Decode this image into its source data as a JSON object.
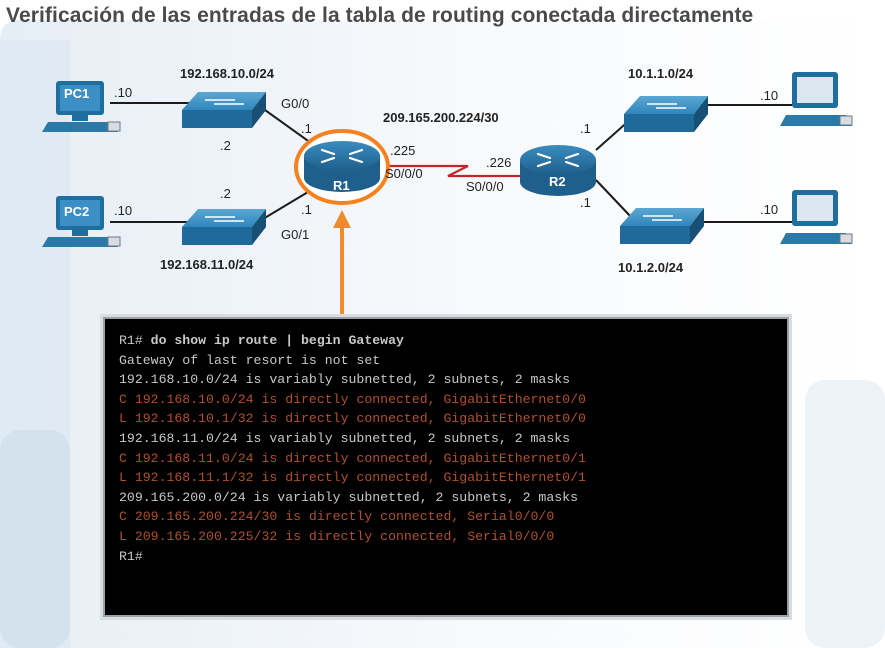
{
  "title": "Verificación de las entradas de la tabla de routing conectada directamente",
  "topology": {
    "pcs": [
      {
        "name": "PC1",
        "ip": ".10"
      },
      {
        "name": "PC2",
        "ip": ".10"
      }
    ],
    "right_pcs": [
      ".10",
      ".10"
    ],
    "networks": {
      "lan1": "192.168.10.0/24",
      "lan2": "192.168.11.0/24",
      "wan": "209.165.200.224/30",
      "rlan1": "10.1.1.0/24",
      "rlan2": "10.1.2.0/24"
    },
    "switch_ips": {
      "sw1": ".2",
      "sw2": ".2"
    },
    "r1": {
      "name": "R1",
      "g00": "G0/0",
      "g00_ip": ".1",
      "g01": "G0/1",
      "g01_ip": ".1",
      "s000": "S0/0/0",
      "s000_ip": ".225"
    },
    "r2": {
      "name": "R2",
      "s000": "S0/0/0",
      "s000_ip": ".226",
      "top_ip": ".1",
      "bottom_ip": ".1"
    }
  },
  "terminal": {
    "lines": [
      {
        "prefix": "R1# ",
        "cmd": "do show ip route | begin Gateway",
        "style": "command"
      },
      {
        "text": "Gateway of last resort is not set",
        "style": "normal"
      },
      {
        "text": "192.168.10.0/24 is variably subnetted, 2 subnets, 2 masks",
        "style": "normal"
      },
      {
        "text": "C 192.168.10.0/24 is directly connected, GigabitEthernet0/0",
        "style": "highlight"
      },
      {
        "text": "L 192.168.10.1/32 is directly connected, GigabitEthernet0/0",
        "style": "highlight"
      },
      {
        "text": "192.168.11.0/24 is variably subnetted, 2 subnets, 2 masks",
        "style": "normal"
      },
      {
        "text": "C 192.168.11.0/24 is directly connected, GigabitEthernet0/1",
        "style": "highlight"
      },
      {
        "text": "L 192.168.11.1/32 is directly connected, GigabitEthernet0/1",
        "style": "highlight"
      },
      {
        "text": "209.165.200.0/24 is variably subnetted, 2 subnets, 2 masks",
        "style": "normal"
      },
      {
        "text": "C 209.165.200.224/30 is directly connected, Serial0/0/0",
        "style": "highlight"
      },
      {
        "text": "L 209.165.200.225/32 is directly connected, Serial0/0/0",
        "style": "highlight"
      },
      {
        "text": "R1#",
        "style": "normal"
      }
    ]
  },
  "colors": {
    "normal_text": "#c8c8c8",
    "highlight_text": "#b0502a",
    "router_ring": "#f5821f",
    "arrow": "#f08a2c",
    "serial_link": "#c0272d",
    "device_blue": "#2a79a8"
  }
}
